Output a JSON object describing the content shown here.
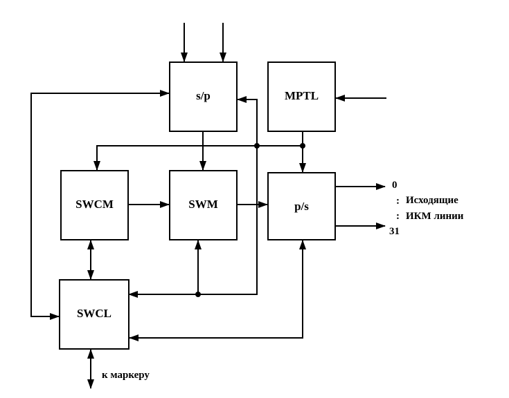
{
  "blocks": {
    "sp": "s/p",
    "mptl": "MPTL",
    "swcm": "SWCM",
    "swm": "SWM",
    "ps": "p/s",
    "swcl": "SWCL"
  },
  "outputs": {
    "first": "0",
    "dots": ":",
    "last": "31",
    "caption_line1": "Исходящие",
    "caption_line2": "ИКМ линии"
  },
  "marker_label": "к маркеру"
}
